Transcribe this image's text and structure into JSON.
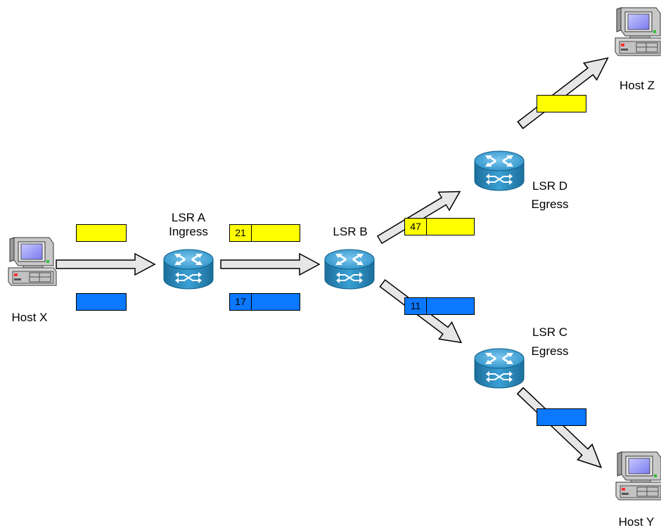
{
  "colors": {
    "yellow": "#ffff00",
    "blue": "#0a78ff",
    "arrow_fill": "#e6e6e6",
    "router": "#2f93c9"
  },
  "nodes": {
    "host_x": {
      "label": "Host X",
      "icon": "computer-icon"
    },
    "host_y": {
      "label": "Host Y",
      "icon": "computer-icon"
    },
    "host_z": {
      "label": "Host Z",
      "icon": "computer-icon"
    },
    "lsr_a": {
      "label": "LSR A",
      "role": "Ingress",
      "icon": "router-icon"
    },
    "lsr_b": {
      "label": "LSR B",
      "icon": "router-icon"
    },
    "lsr_c": {
      "label": "LSR C",
      "role": "Egress",
      "icon": "router-icon"
    },
    "lsr_d": {
      "label": "LSR D",
      "role": "Egress",
      "icon": "router-icon"
    }
  },
  "labels": {
    "a_to_b_yellow": "21",
    "a_to_b_blue": "17",
    "b_to_d_yellow": "47",
    "b_to_c_blue": "11"
  }
}
